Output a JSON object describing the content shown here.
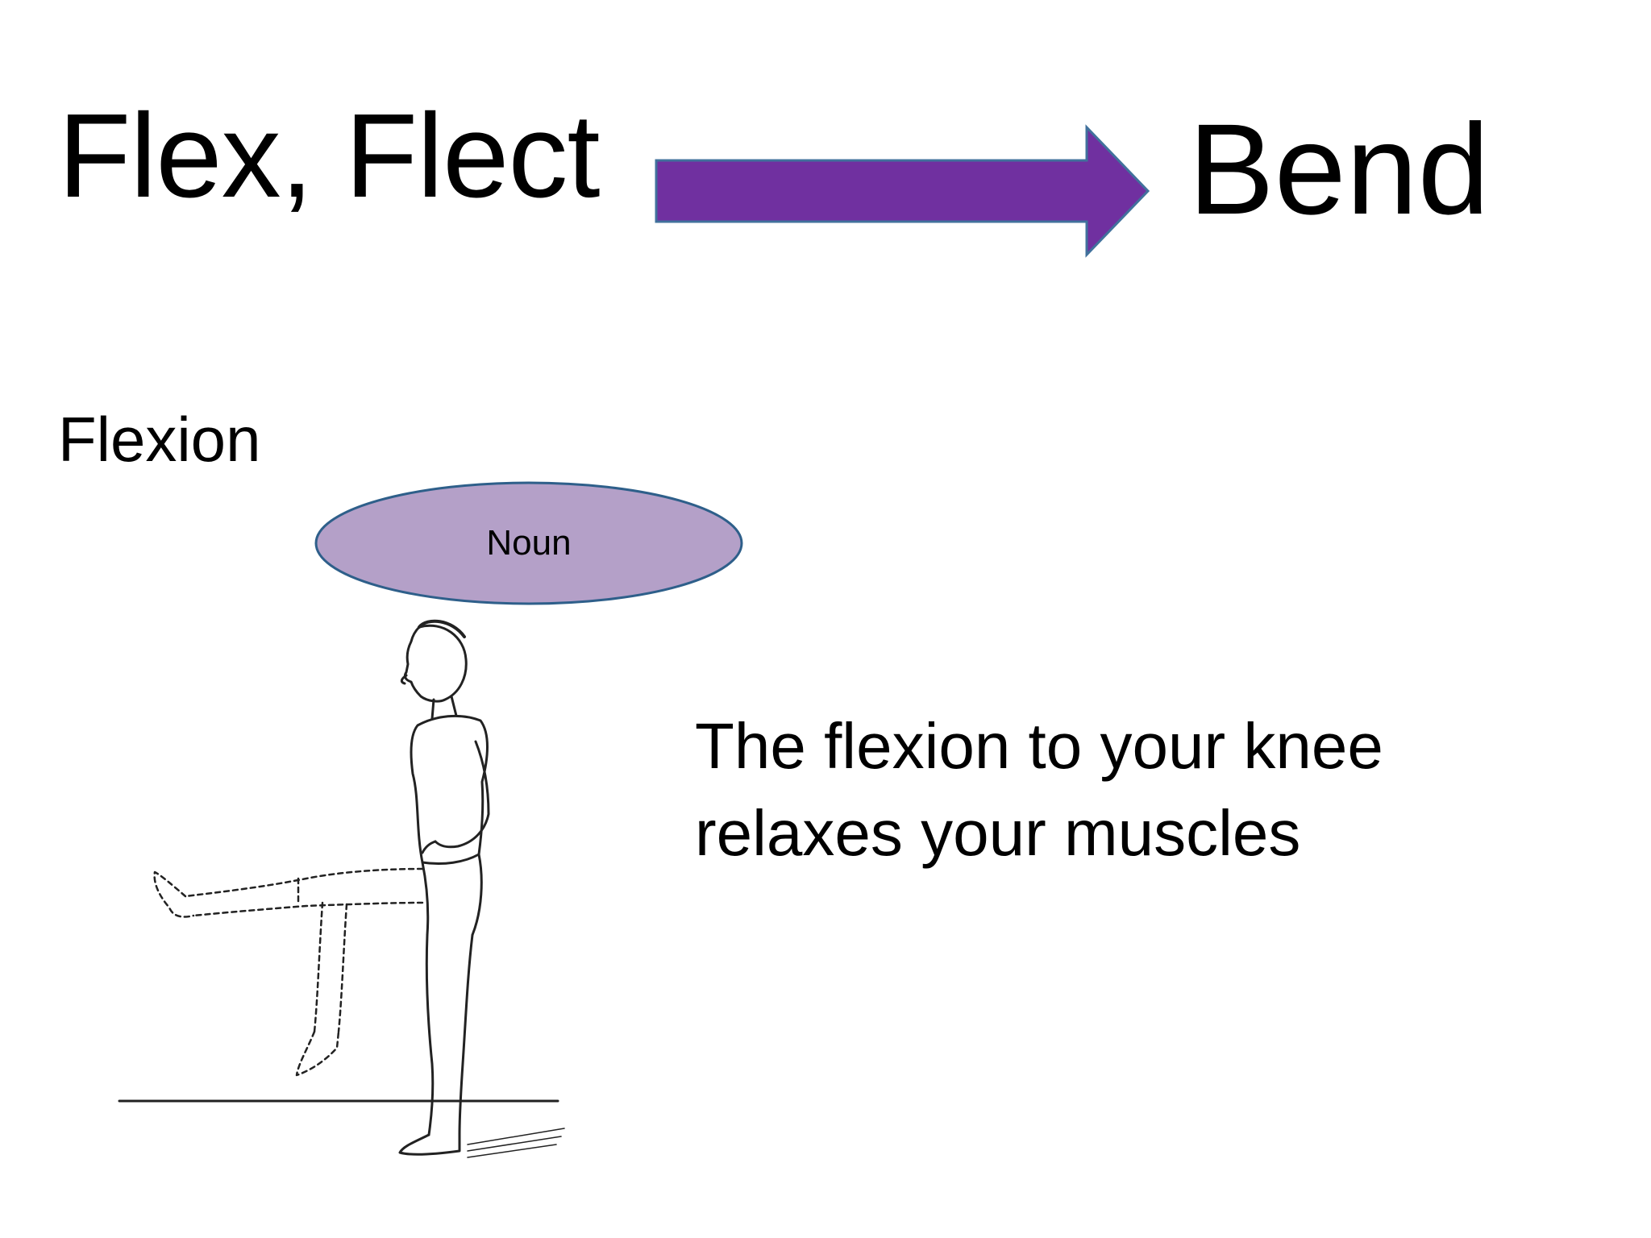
{
  "slide": {
    "root": "Flex, Flect",
    "meaning": "Bend",
    "arrow_icon": "right-arrow-icon",
    "word": "Flexion",
    "part_of_speech": "Noun",
    "illustration": "standing-man-leg-flexion-illustration",
    "sentence_lines": [
      "The flexion to your knee",
      "relaxes your muscles"
    ]
  },
  "colors": {
    "arrow_fill": "#7030a0",
    "arrow_stroke": "#41719c",
    "badge_fill": "#b4a0c8",
    "badge_stroke": "#2e5f8a",
    "text": "#000000",
    "background": "#ffffff"
  }
}
